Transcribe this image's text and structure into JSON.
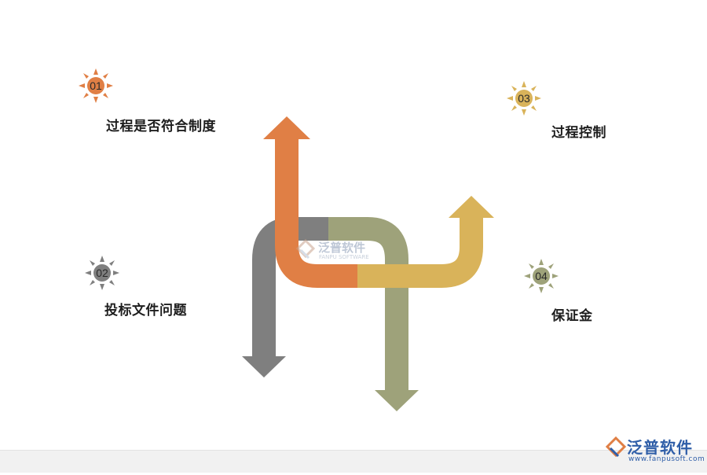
{
  "items": [
    {
      "number": "01",
      "label": "过程是否符合制度",
      "color": "#e07f45"
    },
    {
      "number": "02",
      "label": "投标文件问题",
      "color": "#7f7f7f"
    },
    {
      "number": "03",
      "label": "过程控制",
      "color": "#d9b35a"
    },
    {
      "number": "04",
      "label": "保证金",
      "color": "#9ea27a"
    }
  ],
  "watermark": {
    "name": "泛普软件",
    "sub": "FANPU SOFTWARE"
  },
  "logo": {
    "name": "泛普软件",
    "url": "www.fanpusoft.com",
    "color": "#2f5ea8"
  }
}
